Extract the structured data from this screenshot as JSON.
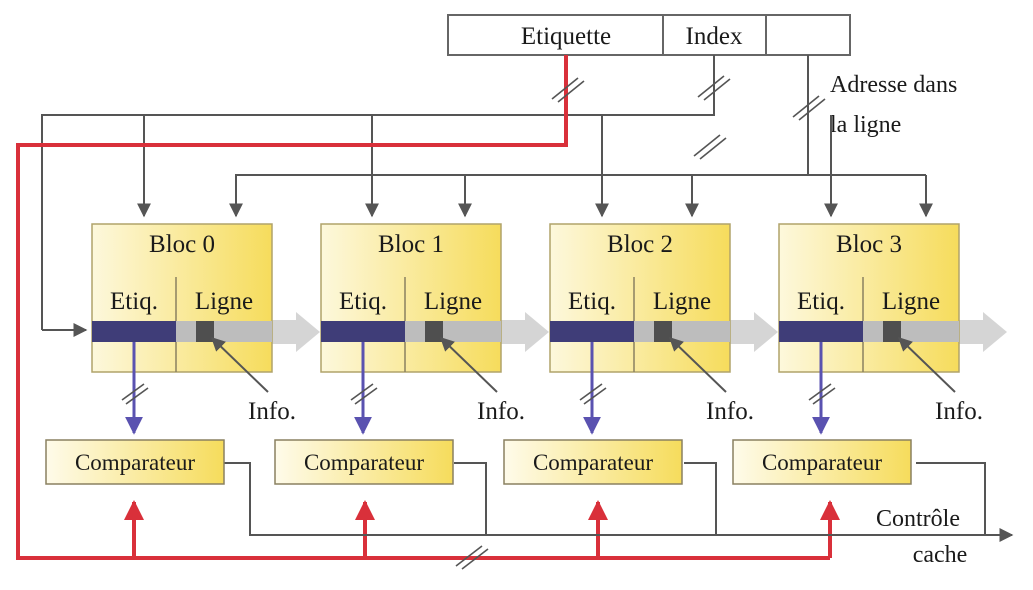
{
  "address": {
    "fields": [
      "Etiquette",
      "Index",
      ""
    ],
    "offset_label_line1": "Adresse dans",
    "offset_label_line2": "la ligne"
  },
  "blocks": [
    {
      "title": "Bloc 0",
      "tag_label": "Etiq.",
      "line_label": "Ligne",
      "info_label": "Info.",
      "comparator_label": "Comparateur"
    },
    {
      "title": "Bloc 1",
      "tag_label": "Etiq.",
      "line_label": "Ligne",
      "info_label": "Info.",
      "comparator_label": "Comparateur"
    },
    {
      "title": "Bloc 2",
      "tag_label": "Etiq.",
      "line_label": "Ligne",
      "info_label": "Info.",
      "comparator_label": "Comparateur"
    },
    {
      "title": "Bloc 3",
      "tag_label": "Etiq.",
      "line_label": "Ligne",
      "info_label": "Info.",
      "comparator_label": "Comparateur"
    }
  ],
  "output": {
    "label_line1": "Contrôle",
    "label_line2": "cache"
  },
  "colors": {
    "tag_wire": "#d9303a",
    "tag_bar": "#3f3d78",
    "block_fill": "#fbf3c0",
    "block_header": "#f7e37a",
    "comparator_fill": "#fdf9df",
    "line_strip": "#bdbdbd",
    "line_cell": "#4f4f4f",
    "compare_wire": "#5a52b0"
  }
}
